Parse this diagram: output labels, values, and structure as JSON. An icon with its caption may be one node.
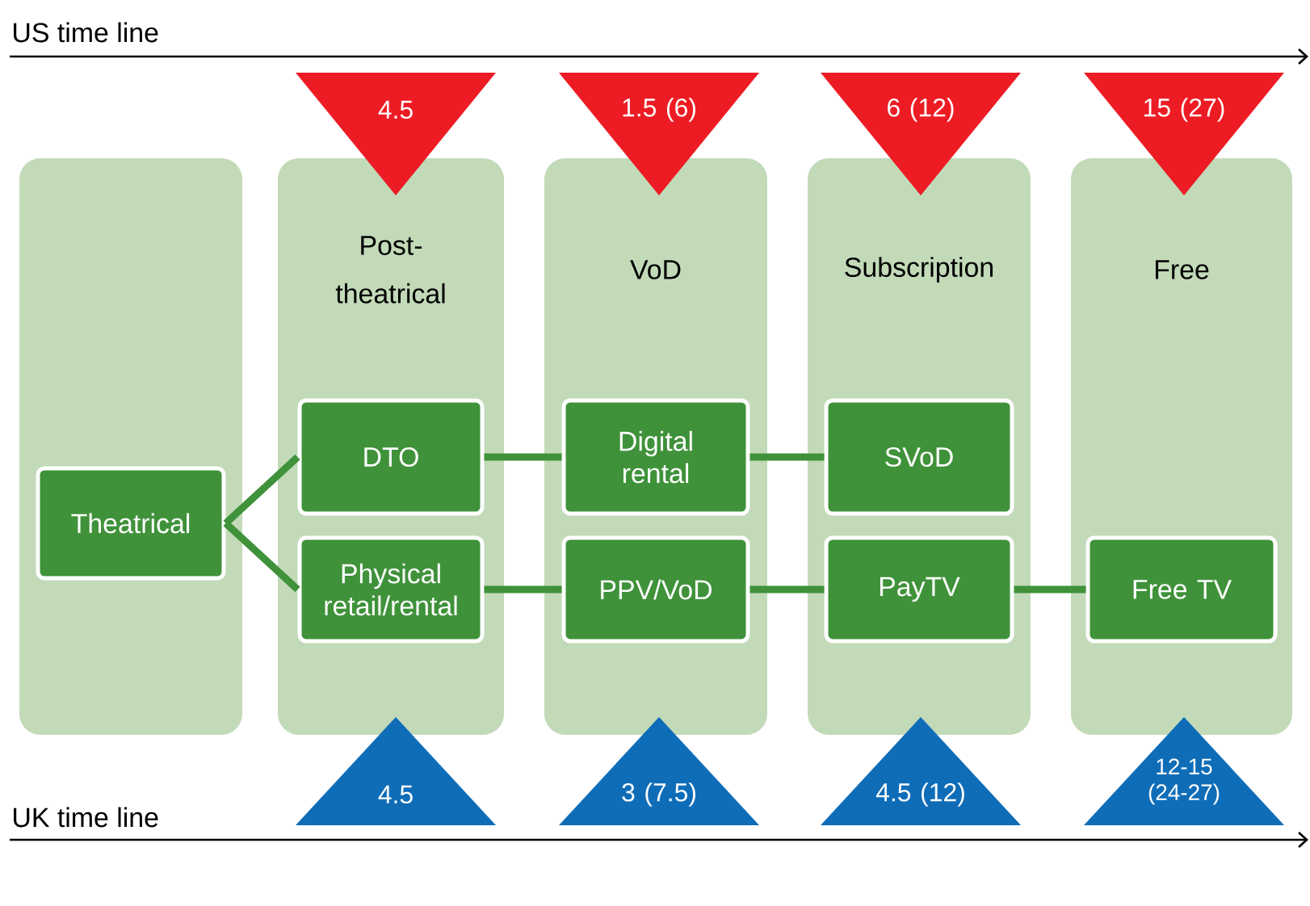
{
  "diagram": {
    "nodes": [
      {
        "text": [
          "4.5"
        ]
      },
      {
        "text": [
          "1.5 (6)"
        ]
      },
      {
        "text": [
          "6 (12)"
        ]
      },
      {
        "text": [
          "15 (27)"
        ]
      },
      {
        "text": [],
        "shape": "box"
      },
      {
        "text": [
          "Post-theatrical"
        ]
      },
      {
        "text": [
          "VoD"
        ]
      },
      {
        "text": [
          "Subscription"
        ]
      },
      {
        "text": [
          "Free"
        ]
      },
      {
        "text": [
          "Theatrical"
        ],
        "in": 4
      },
      {
        "text": [
          "DTO"
        ],
        "in": 5
      },
      {
        "text": [
          "Physical retail/rental"
        ],
        "in": 5
      },
      {
        "text": [
          "Digital rental"
        ],
        "in": 6
      },
      {
        "text": [
          "PPV/VoD"
        ],
        "in": 6
      },
      {
        "text": [
          "SVoD"
        ],
        "in": 7
      },
      {
        "text": [
          "PayTV"
        ],
        "in": 7
      },
      {
        "text": [
          "Free TV"
        ],
        "in": 8
      },
      {
        "text": [
          "4.5"
        ]
      },
      {
        "text": [
          "3 (7.5)"
        ]
      },
      {
        "text": [
          "4.5 (12)"
        ]
      },
      {
        "text": [
          "12-15 (24-27)"
        ]
      }
    ],
    "edges": [
      {
        "from": 9,
        "to": 10,
        "arrow": "none"
      },
      {
        "from": 9,
        "to": 11,
        "arrow": "none"
      },
      {
        "from": 10,
        "to": 12,
        "arrow": "none"
      },
      {
        "from": 12,
        "to": 14,
        "arrow": "none"
      },
      {
        "from": 11,
        "to": 13,
        "arrow": "none"
      },
      {
        "from": 13,
        "to": 15,
        "arrow": "none"
      },
      {
        "from": 15,
        "to": 16,
        "arrow": "none"
      }
    ],
    "labels": [
      "US time line",
      "UK time line"
    ]
  }
}
